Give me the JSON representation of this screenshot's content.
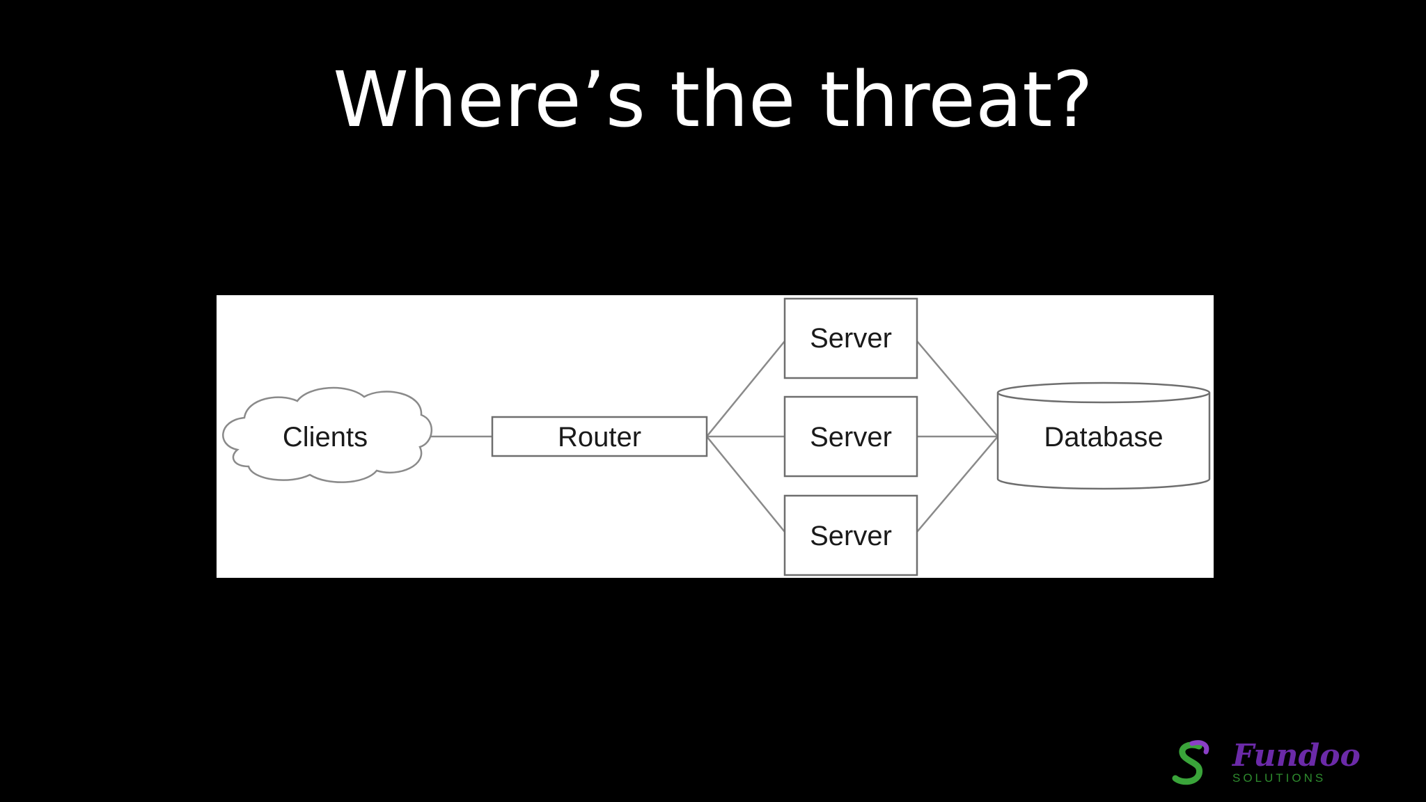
{
  "slide": {
    "title": "Where’s the threat?"
  },
  "diagram": {
    "nodes": {
      "clients": "Clients",
      "router": "Router",
      "servers": [
        "Server",
        "Server",
        "Server"
      ],
      "database": "Database"
    },
    "edges": [
      [
        "Clients",
        "Router"
      ],
      [
        "Router",
        "Server 1"
      ],
      [
        "Router",
        "Server 2"
      ],
      [
        "Router",
        "Server 3"
      ],
      [
        "Server 1",
        "Database"
      ],
      [
        "Server 2",
        "Database"
      ],
      [
        "Server 3",
        "Database"
      ]
    ]
  },
  "logo": {
    "word": "Fundoo",
    "sub": "SOLUTIONS",
    "colors": {
      "word": "#6b2aa8",
      "sub": "#2e8b2e",
      "mark_green": "#3aa43a",
      "mark_purple": "#8a3fc6"
    }
  },
  "colors": {
    "background": "#000000",
    "title": "#ffffff",
    "panel": "#ffffff",
    "lines": "#8a8a8a"
  }
}
